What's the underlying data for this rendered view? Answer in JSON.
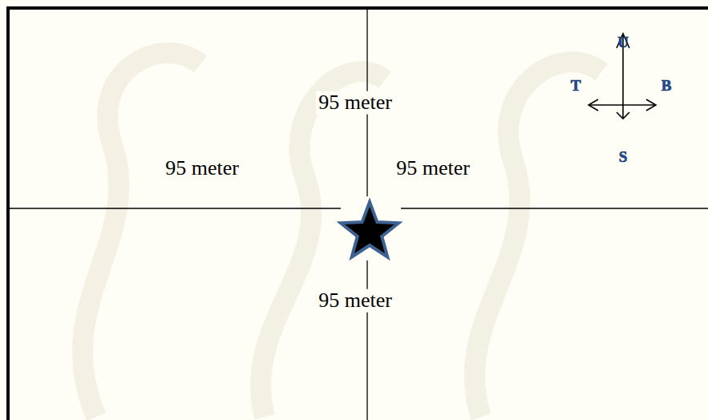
{
  "diagram": {
    "labels": [
      "95 meter",
      "95 meter",
      "95 meter",
      "95 meter",
      "U",
      "T",
      "B",
      "S"
    ]
  }
}
